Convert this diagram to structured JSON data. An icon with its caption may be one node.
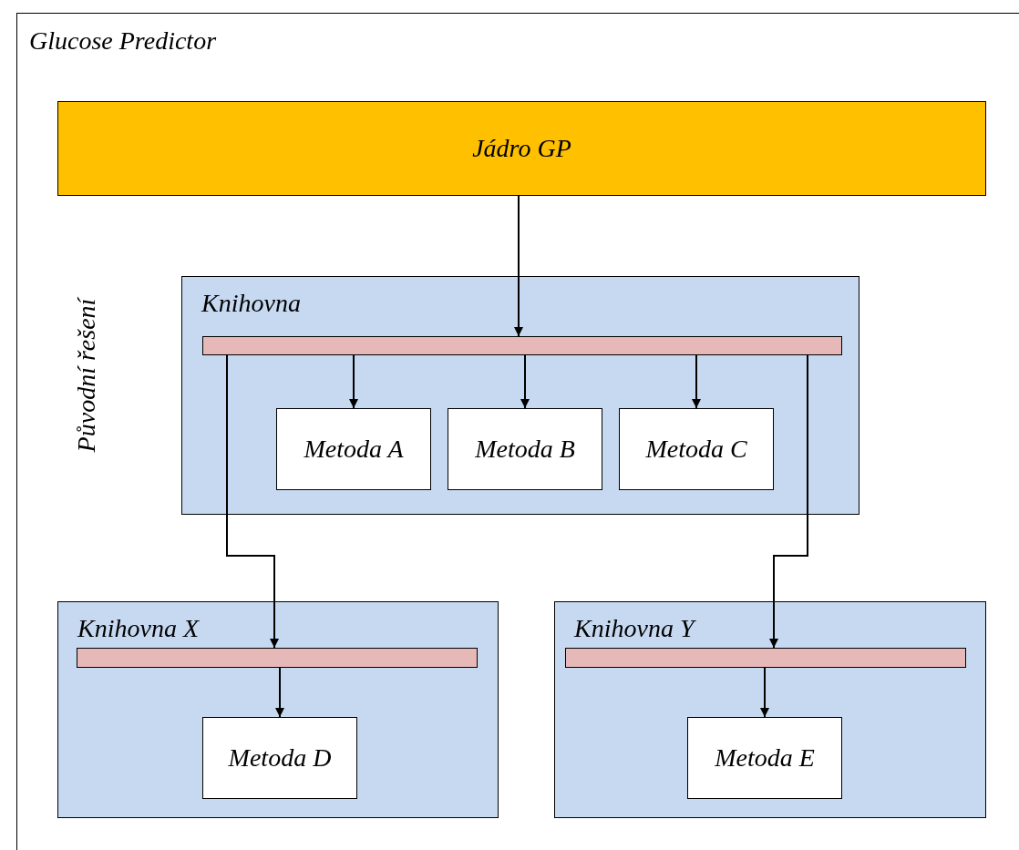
{
  "diagram": {
    "nodes": [
      {
        "text": [
          "Glucose Predictor"
        ]
      },
      {
        "text": [
          "Jádro GP"
        ],
        "in": 0
      },
      {
        "text": [
          "Knihovna"
        ],
        "in": 0
      },
      {
        "text": [],
        "shape": "bar",
        "in": 2
      },
      {
        "text": [
          "Metoda A"
        ],
        "in": 2
      },
      {
        "text": [
          "Metoda B"
        ],
        "in": 2
      },
      {
        "text": [
          "Metoda C"
        ],
        "in": 2
      },
      {
        "text": [
          "Knihovna X"
        ],
        "in": 0
      },
      {
        "text": [],
        "shape": "bar",
        "in": 7
      },
      {
        "text": [
          "Metoda D"
        ],
        "in": 7
      },
      {
        "text": [
          "Knihovna Y"
        ],
        "in": 0
      },
      {
        "text": [],
        "shape": "bar",
        "in": 10
      },
      {
        "text": [
          "Metoda E"
        ],
        "in": 10
      }
    ],
    "edges": [
      {
        "from": 1,
        "to": 3,
        "arrow": "to"
      },
      {
        "from": 3,
        "to": 4,
        "arrow": "to"
      },
      {
        "from": 3,
        "to": 5,
        "arrow": "to"
      },
      {
        "from": 3,
        "to": 6,
        "arrow": "to"
      },
      {
        "from": 3,
        "to": 8,
        "arrow": "to"
      },
      {
        "from": 3,
        "to": 11,
        "arrow": "to"
      },
      {
        "from": 8,
        "to": 9,
        "arrow": "to"
      },
      {
        "from": 11,
        "to": 12,
        "arrow": "to"
      }
    ],
    "labels": [
      "Původní řešení"
    ]
  }
}
